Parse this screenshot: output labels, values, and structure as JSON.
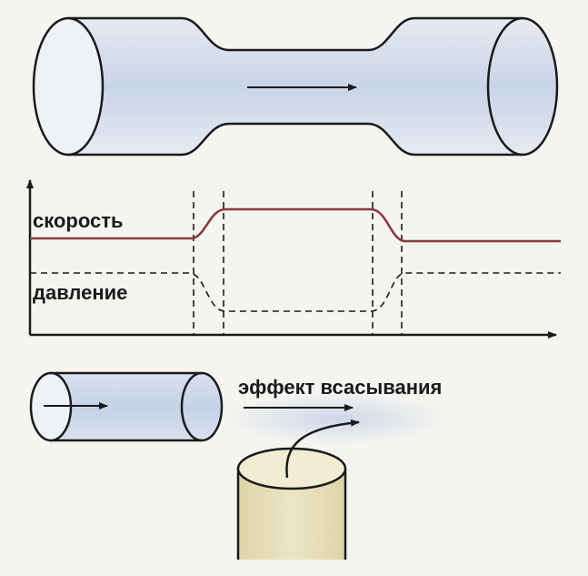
{
  "labels": {
    "velocity": "скорость",
    "pressure": "давление",
    "suction_effect": "эффект всасывания"
  },
  "colors": {
    "background": "#f4f4f0",
    "tube_fill": "#e6eaf1",
    "flow_fill": "#c9d4e8",
    "velocity_line": "#8a3a3a",
    "outline": "#1a1a1a",
    "cup_fill": "#e3dcb6"
  },
  "icons": [
    "flow-arrow-icon",
    "axis-arrow-icon",
    "suction-arrow-icon"
  ]
}
